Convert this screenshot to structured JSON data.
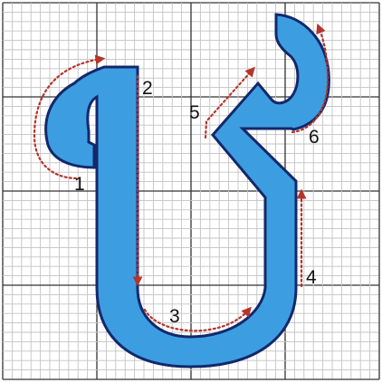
{
  "colors": {
    "glyph_fill": "#3c9ee0",
    "glyph_outline": "#13286b",
    "guide_arrow": "#b5342b",
    "grid_minor": "#c3c3c3",
    "grid_major": "#333333"
  },
  "strokes": [
    {
      "label": "1"
    },
    {
      "label": "2"
    },
    {
      "label": "3"
    },
    {
      "label": "4"
    },
    {
      "label": "5"
    },
    {
      "label": "6"
    }
  ]
}
